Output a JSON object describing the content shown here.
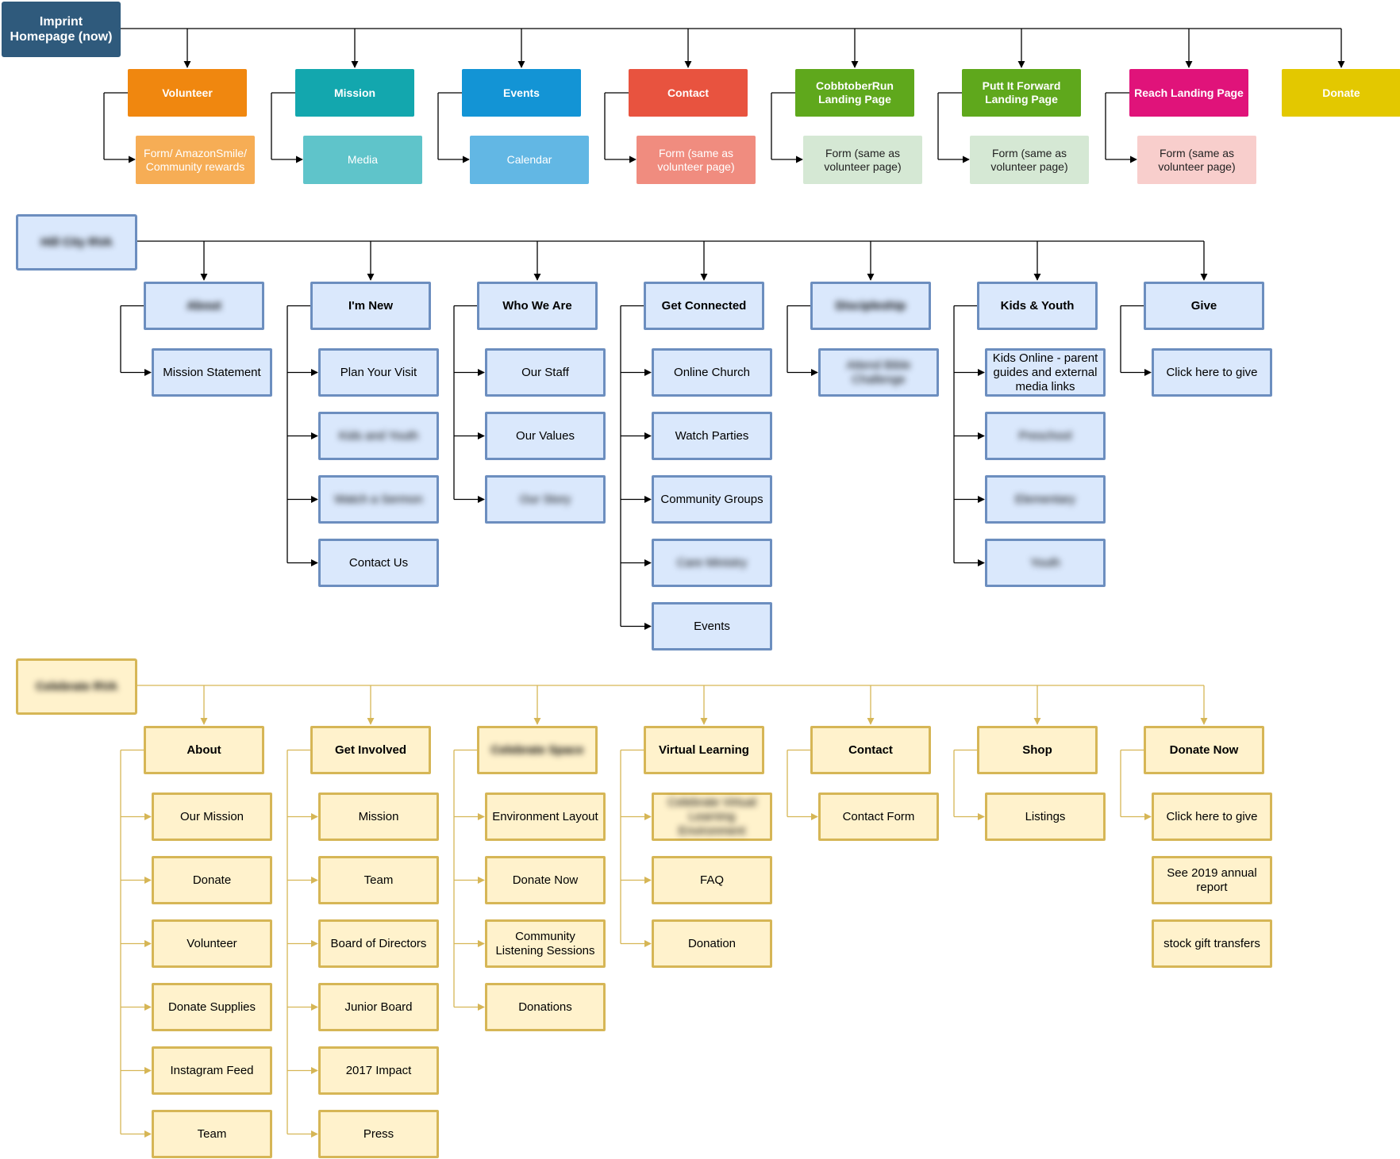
{
  "colors": {
    "imprint_root": "#2f5a7c",
    "wire_dark": "#000000",
    "wire_gold": "#d6b656",
    "blue_fill": "#dae8fc",
    "blue_border": "#6c8ebf",
    "yellow_fill": "#fff2cc",
    "yellow_border": "#d6b656"
  },
  "imprint": {
    "root": "Imprint Homepage (now)",
    "columns": [
      {
        "label": "Volunteer",
        "color": "#f0870f",
        "child": "Form/ AmazonSmile/ Community rewards",
        "child_color": "#f6ad55",
        "child_text_color": "#ffffff"
      },
      {
        "label": "Mission",
        "color": "#13a7ae",
        "child": "Media",
        "child_color": "#5fc4ca",
        "child_text_color": "#ffffff"
      },
      {
        "label": "Events",
        "color": "#1394d5",
        "child": "Calendar",
        "child_color": "#62b7e4",
        "child_text_color": "#ffffff"
      },
      {
        "label": "Contact",
        "color": "#e8533f",
        "child": "Form (same as volunteer page)",
        "child_color": "#f08c7f",
        "child_text_color": "#ffffff"
      },
      {
        "label": "CobbtoberRun Landing Page",
        "color": "#5fa81c",
        "child": "Form (same as volunteer page)",
        "child_color": "#d5e8d4",
        "child_text_color": "#222222"
      },
      {
        "label": "Putt It Forward Landing Page",
        "color": "#5fa81c",
        "child": "Form (same as volunteer page)",
        "child_color": "#d5e8d4",
        "child_text_color": "#222222"
      },
      {
        "label": "Reach Landing Page",
        "color": "#e0137a",
        "child": "Form (same as volunteer page)",
        "child_color": "#f8cecc",
        "child_text_color": "#222222"
      },
      {
        "label": "Donate",
        "color": "#e3c800",
        "child": null,
        "child_color": null,
        "child_text_color": null
      }
    ]
  },
  "church": {
    "root": "Hill City RVA",
    "root_blurred": true,
    "columns": [
      {
        "label": "About",
        "blurred": true,
        "children": [
          {
            "label": "Mission Statement",
            "blurred": false
          }
        ]
      },
      {
        "label": "I'm New",
        "blurred": false,
        "children": [
          {
            "label": "Plan Your Visit",
            "blurred": false
          },
          {
            "label": "Kids and Youth",
            "blurred": true
          },
          {
            "label": "Watch a Sermon",
            "blurred": true
          },
          {
            "label": "Contact Us",
            "blurred": false
          }
        ]
      },
      {
        "label": "Who We Are",
        "blurred": false,
        "children": [
          {
            "label": "Our Staff",
            "blurred": false
          },
          {
            "label": "Our Values",
            "blurred": false
          },
          {
            "label": "Our Story",
            "blurred": true
          }
        ]
      },
      {
        "label": "Get Connected",
        "blurred": false,
        "children": [
          {
            "label": "Online Church",
            "blurred": false
          },
          {
            "label": "Watch Parties",
            "blurred": false
          },
          {
            "label": "Community Groups",
            "blurred": false
          },
          {
            "label": "Care Ministry",
            "blurred": true
          },
          {
            "label": "Events",
            "blurred": false
          }
        ]
      },
      {
        "label": "Discipleship",
        "blurred": true,
        "children": [
          {
            "label": "Attend Bible Challenge",
            "blurred": true
          }
        ]
      },
      {
        "label": "Kids & Youth",
        "blurred": false,
        "children": [
          {
            "label": "Kids Online - parent guides and external media links",
            "blurred": false
          },
          {
            "label": "Preschool",
            "blurred": true
          },
          {
            "label": "Elementary",
            "blurred": true
          },
          {
            "label": "Youth",
            "blurred": true
          }
        ]
      },
      {
        "label": "Give",
        "blurred": false,
        "children": [
          {
            "label": "Click here to give",
            "blurred": false
          }
        ]
      }
    ]
  },
  "celebrate": {
    "root": "Celebrate RVA",
    "root_blurred": true,
    "columns": [
      {
        "label": "About",
        "blurred": false,
        "children": [
          {
            "label": "Our Mission",
            "blurred": false
          },
          {
            "label": "Donate",
            "blurred": false
          },
          {
            "label": "Volunteer",
            "blurred": false
          },
          {
            "label": "Donate Supplies",
            "blurred": false
          },
          {
            "label": "Instagram Feed",
            "blurred": false
          },
          {
            "label": "Team",
            "blurred": false
          }
        ]
      },
      {
        "label": "Get Involved",
        "blurred": false,
        "children": [
          {
            "label": "Mission",
            "blurred": false
          },
          {
            "label": "Team",
            "blurred": false
          },
          {
            "label": "Board of Directors",
            "blurred": false
          },
          {
            "label": "Junior Board",
            "blurred": false
          },
          {
            "label": "2017 Impact",
            "blurred": false
          },
          {
            "label": "Press",
            "blurred": false
          }
        ]
      },
      {
        "label": "Celebrate Space",
        "blurred": true,
        "children": [
          {
            "label": "Environment Layout",
            "blurred": false
          },
          {
            "label": "Donate Now",
            "blurred": false
          },
          {
            "label": "Community Listening Sessions",
            "blurred": false
          },
          {
            "label": "Donations",
            "blurred": false
          }
        ]
      },
      {
        "label": "Virtual Learning",
        "blurred": false,
        "children": [
          {
            "label": "Celebrate Virtual Learning Environment",
            "blurred": true
          },
          {
            "label": "FAQ",
            "blurred": false
          },
          {
            "label": "Donation",
            "blurred": false
          }
        ]
      },
      {
        "label": "Contact",
        "blurred": false,
        "children": [
          {
            "label": "Contact Form",
            "blurred": false
          }
        ]
      },
      {
        "label": "Shop",
        "blurred": false,
        "children": [
          {
            "label": "Listings",
            "blurred": false
          }
        ]
      },
      {
        "label": "Donate Now",
        "blurred": false,
        "children": [
          {
            "label": "Click here to give",
            "blurred": false
          },
          {
            "label": "See 2019 annual report",
            "blurred": false,
            "unlinked": true
          },
          {
            "label": "stock gift transfers",
            "blurred": false,
            "unlinked": true
          }
        ]
      }
    ]
  }
}
